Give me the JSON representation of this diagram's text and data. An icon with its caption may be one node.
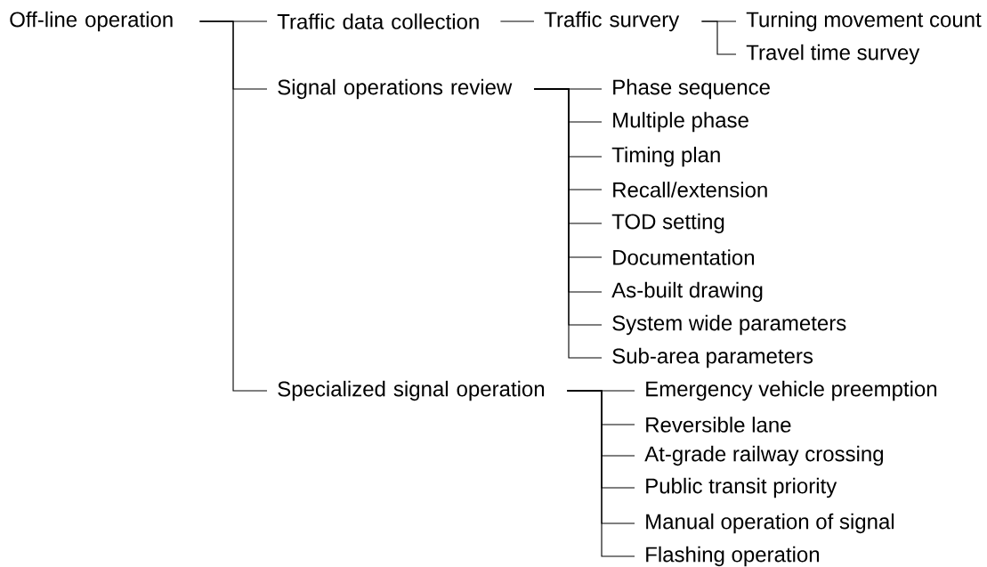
{
  "diagram": {
    "nodes": [
      {
        "text": [
          "Off-line operation"
        ]
      },
      {
        "text": [
          "Traffic data collection"
        ]
      },
      {
        "text": [
          "Traffic survery"
        ]
      },
      {
        "text": [
          "Turning movement count"
        ]
      },
      {
        "text": [
          "Travel time survey"
        ]
      },
      {
        "text": [
          "Signal operations review"
        ]
      },
      {
        "text": [
          "Phase sequence"
        ]
      },
      {
        "text": [
          "Multiple phase"
        ]
      },
      {
        "text": [
          "Timing plan"
        ]
      },
      {
        "text": [
          "Recall/extension"
        ]
      },
      {
        "text": [
          "TOD setting"
        ]
      },
      {
        "text": [
          "Documentation"
        ]
      },
      {
        "text": [
          "As-built drawing"
        ]
      },
      {
        "text": [
          "System wide parameters"
        ]
      },
      {
        "text": [
          "Sub-area parameters"
        ]
      },
      {
        "text": [
          "Specialized signal operation"
        ]
      },
      {
        "text": [
          "Emergency vehicle preemption"
        ]
      },
      {
        "text": [
          "Reversible lane"
        ]
      },
      {
        "text": [
          "At-grade railway crossing"
        ]
      },
      {
        "text": [
          "Public transit priority"
        ]
      },
      {
        "text": [
          "Manual operation of signal"
        ]
      },
      {
        "text": [
          "Flashing operation"
        ]
      }
    ],
    "edges": [
      {
        "from": 0,
        "to": 1,
        "arrow": "none"
      },
      {
        "from": 0,
        "to": 5,
        "arrow": "none"
      },
      {
        "from": 0,
        "to": 15,
        "arrow": "none"
      },
      {
        "from": 1,
        "to": 2,
        "arrow": "none"
      },
      {
        "from": 2,
        "to": 3,
        "arrow": "none"
      },
      {
        "from": 2,
        "to": 4,
        "arrow": "none"
      },
      {
        "from": 5,
        "to": 6,
        "arrow": "none"
      },
      {
        "from": 5,
        "to": 7,
        "arrow": "none"
      },
      {
        "from": 5,
        "to": 8,
        "arrow": "none"
      },
      {
        "from": 5,
        "to": 9,
        "arrow": "none"
      },
      {
        "from": 5,
        "to": 10,
        "arrow": "none"
      },
      {
        "from": 5,
        "to": 11,
        "arrow": "none"
      },
      {
        "from": 5,
        "to": 12,
        "arrow": "none"
      },
      {
        "from": 5,
        "to": 13,
        "arrow": "none"
      },
      {
        "from": 5,
        "to": 14,
        "arrow": "none"
      },
      {
        "from": 15,
        "to": 16,
        "arrow": "none"
      },
      {
        "from": 15,
        "to": 17,
        "arrow": "none"
      },
      {
        "from": 15,
        "to": 18,
        "arrow": "none"
      },
      {
        "from": 15,
        "to": 19,
        "arrow": "none"
      },
      {
        "from": 15,
        "to": 20,
        "arrow": "none"
      },
      {
        "from": 15,
        "to": 21,
        "arrow": "none"
      }
    ]
  }
}
